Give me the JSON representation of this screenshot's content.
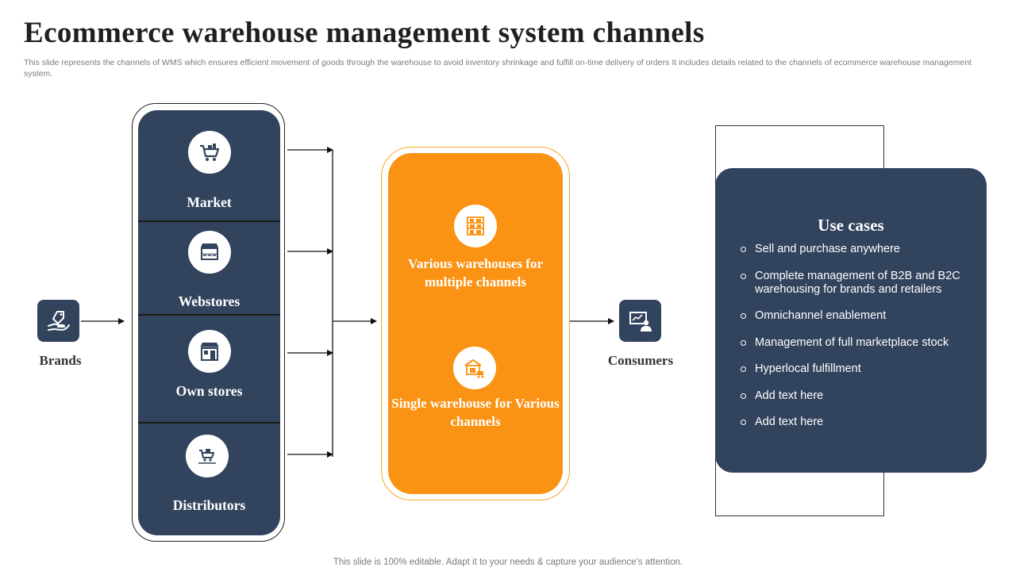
{
  "title": "Ecommerce warehouse management system channels",
  "subtitle": "This slide represents the channels of WMS which ensures efficient movement of goods through the warehouse to avoid inventory shrinkage  and fulfill on-time delivery of orders It includes details related to the channels of ecommerce warehouse management system.",
  "footer": "This slide is 100% editable. Adapt it to your needs & capture your audience’s attention.",
  "brands": {
    "label": "Brands",
    "icon": "hand-tag-icon"
  },
  "channels": [
    {
      "label": "Market",
      "icon": "shopping-cart-icon"
    },
    {
      "label": "Webstores",
      "icon": "web-storefront-icon"
    },
    {
      "label": "Own stores",
      "icon": "store-building-icon"
    },
    {
      "label": "Distributors",
      "icon": "distributor-cart-icon"
    }
  ],
  "warehouses": [
    {
      "label": "Various warehouses for multiple channels",
      "icon": "warehouse-shelves-icon"
    },
    {
      "label": "Single warehouse for Various channels",
      "icon": "warehouse-truck-icon"
    }
  ],
  "consumers": {
    "label": "Consumers",
    "icon": "presentation-user-icon"
  },
  "use_cases": {
    "title": "Use cases",
    "items": [
      "Sell and purchase anywhere",
      "Complete management of B2B and B2C warehousing for brands and retailers",
      "Omnichannel enablement",
      "Management of full marketplace stock",
      "Hyperlocal fulfillment",
      "Add text here",
      "Add text here"
    ]
  },
  "colors": {
    "navy": "#32435d",
    "orange": "#fa9314",
    "orange_border": "#f5a623",
    "text_dark": "#1f1f1f",
    "text_muted": "#7a7a7a"
  }
}
